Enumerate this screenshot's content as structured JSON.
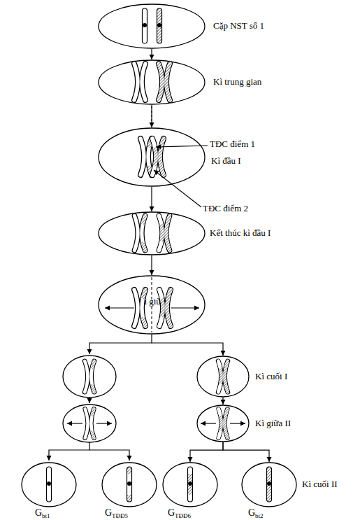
{
  "diagram": {
    "nodes": [
      {
        "text": [
          "Cặp NST số 1"
        ]
      },
      {
        "text": [
          "Kì trung gian"
        ]
      },
      {
        "text": [
          "Kì đầu I"
        ]
      },
      {
        "text": [
          "Kết thúc kì đầu I"
        ]
      },
      {
        "text": [
          "Kì giữa I"
        ]
      },
      {
        "text": [
          "Kì cuối I"
        ]
      },
      {
        "text": [
          "Kì giữa II"
        ]
      },
      {
        "text": [
          "G",
          "bt1"
        ]
      },
      {
        "text": [
          "G",
          "TĐĐ5"
        ]
      },
      {
        "text": [
          "G",
          "TĐĐ6"
        ]
      },
      {
        "text": [
          "Kì cuối II",
          "G",
          "bt2"
        ]
      }
    ],
    "edges": [
      {
        "from": 0,
        "to": 1,
        "arrow": "to"
      },
      {
        "from": 1,
        "to": 2,
        "arrow": "to"
      },
      {
        "from": 2,
        "to": 3,
        "arrow": "to"
      },
      {
        "from": 3,
        "to": 4,
        "arrow": "to"
      },
      {
        "from": 4,
        "to": 5,
        "arrow": "to"
      },
      {
        "from": 5,
        "to": 6,
        "arrow": "to"
      },
      {
        "from": 6,
        "to": 9,
        "arrow": "to"
      },
      {
        "from": 6,
        "to": 10,
        "arrow": "to"
      }
    ],
    "labels": [
      "TĐC điểm 1",
      "TĐC điểm 2"
    ]
  }
}
